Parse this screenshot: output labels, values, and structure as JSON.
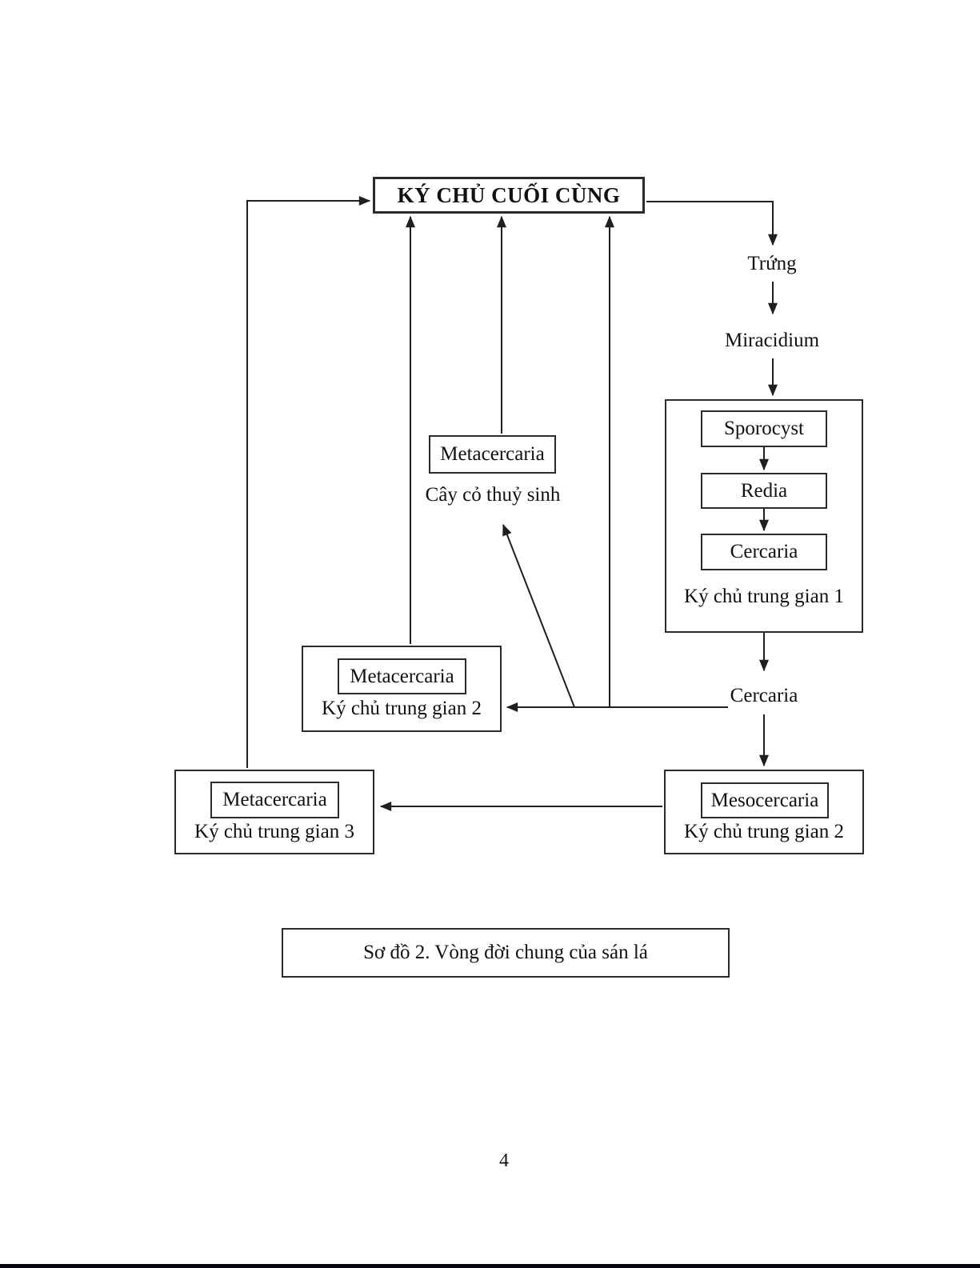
{
  "page": {
    "number": "4"
  },
  "diagram": {
    "final_host": "KÝ CHỦ CUỐI CÙNG",
    "egg": "Trứng",
    "miracidium": "Miracidium",
    "host1": {
      "stages": [
        "Sporocyst",
        "Redia",
        "Cercaria"
      ],
      "label": "Ký chủ trung gian 1"
    },
    "cercaria": "Cercaria",
    "plant": {
      "stage": "Metacercaria",
      "label": "Cây cỏ thuỷ sinh"
    },
    "host2_mid": {
      "stage": "Metacercaria",
      "label": "Ký chủ trung gian 2"
    },
    "host3": {
      "stage": "Metacercaria",
      "label": "Ký chủ trung gian 3"
    },
    "host2_bottom": {
      "stage": "Mesocercaria",
      "label": "Ký chủ trung gian 2"
    },
    "caption": "Sơ đồ 2. Vòng đời chung của sán lá"
  },
  "colors": {
    "line": "#1f1f1f",
    "border": "#2b2b2b",
    "background": "#ffffff",
    "footer_bar": "#06060f"
  }
}
